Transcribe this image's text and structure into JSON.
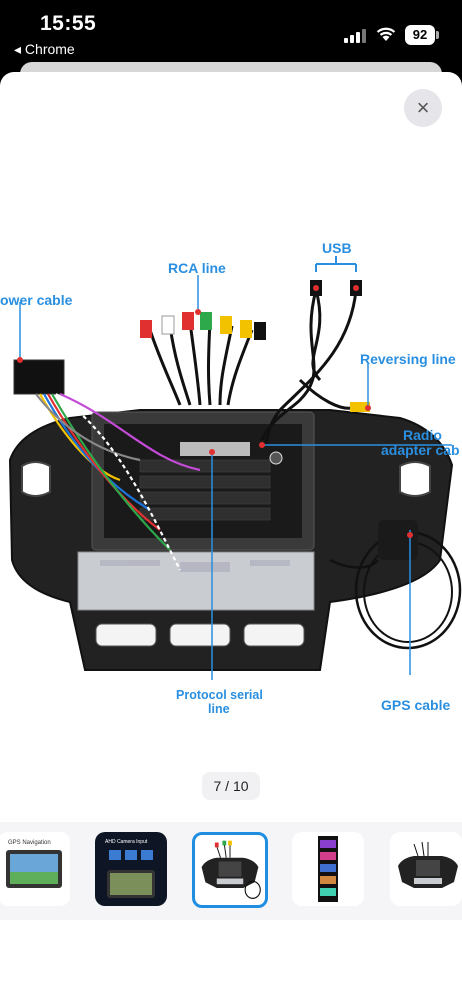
{
  "status_bar": {
    "time": "15:55",
    "back_app": "◂ Chrome",
    "battery": "92"
  },
  "close_icon": "×",
  "labels": {
    "usb": "USB",
    "rca_line": "RCA line",
    "power_cable": "ower cable",
    "reversing_line": "Reversing line",
    "radio_line1": "Radio",
    "radio_line2": "adapter cab",
    "protocol_line1": "Protocol serial",
    "protocol_line2": "line",
    "gps_cable": "GPS cable"
  },
  "gallery": {
    "counter": "7 / 10",
    "selected_index": 2,
    "thumb_count": 5
  },
  "thumbs": {
    "t1_caption": "GPS Navigation",
    "t2_caption": "AHD Camera Input"
  },
  "colors": {
    "accent": "#1f8ee0",
    "label_blue": "#2a8fe0"
  }
}
